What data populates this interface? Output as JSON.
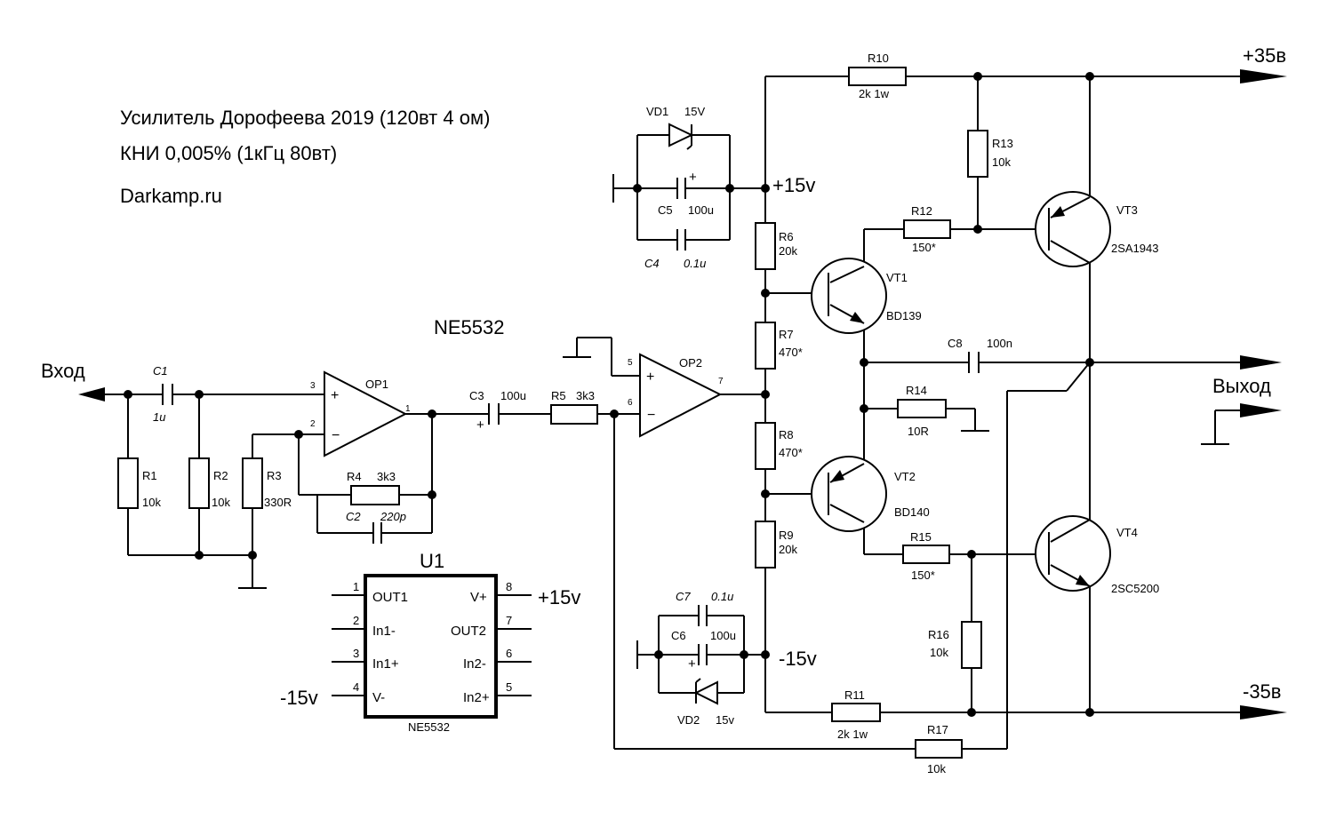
{
  "header": {
    "title": "Усилитель Дорофеева 2019 (120вт 4 ом)",
    "subtitle": "КНИ 0,005% (1кГц 80вт)",
    "site": "Darkamp.ru"
  },
  "ports": {
    "input": "Вход",
    "output": "Выход",
    "vpos35": "+35в",
    "vneg35": "-35в",
    "vpos15": "+15v",
    "vneg15": "-15v"
  },
  "opamp_name": "NE5532",
  "components": {
    "c1": {
      "ref": "C1",
      "value": "1u"
    },
    "r1": {
      "ref": "R1",
      "value": "10k"
    },
    "r2": {
      "ref": "R2",
      "value": "10k"
    },
    "r3": {
      "ref": "R3",
      "value": "330R"
    },
    "r4": {
      "ref": "R4",
      "value": "3k3"
    },
    "c2": {
      "ref": "C2",
      "value": "220p"
    },
    "op1": {
      "ref": "OP1",
      "pin_in_plus": "3",
      "pin_in_minus": "2",
      "pin_out": "1"
    },
    "c3": {
      "ref": "C3",
      "value": "100u"
    },
    "r5": {
      "ref": "R5",
      "value": "3k3"
    },
    "op2": {
      "ref": "OP2",
      "pin_in_plus": "5",
      "pin_in_minus": "6",
      "pin_out": "7"
    },
    "vd1": {
      "ref": "VD1",
      "value": "15V"
    },
    "c5": {
      "ref": "C5",
      "value": "100u"
    },
    "c4": {
      "ref": "C4",
      "value": "0.1u"
    },
    "r6": {
      "ref": "R6",
      "value": "20k"
    },
    "r7": {
      "ref": "R7",
      "value": "470*"
    },
    "r8": {
      "ref": "R8",
      "value": "470*"
    },
    "r9": {
      "ref": "R9",
      "value": "20k"
    },
    "r10": {
      "ref": "R10",
      "value": "2k 1w"
    },
    "r11": {
      "ref": "R11",
      "value": "2k 1w"
    },
    "r12": {
      "ref": "R12",
      "value": "150*"
    },
    "r13": {
      "ref": "R13",
      "value": "10k"
    },
    "r14": {
      "ref": "R14",
      "value": "10R"
    },
    "r15": {
      "ref": "R15",
      "value": "150*"
    },
    "r16": {
      "ref": "R16",
      "value": "10k"
    },
    "r17": {
      "ref": "R17",
      "value": "10k"
    },
    "c6": {
      "ref": "C6",
      "value": "100u"
    },
    "c7": {
      "ref": "C7",
      "value": "0.1u"
    },
    "vd2": {
      "ref": "VD2",
      "value": "15v"
    },
    "c8": {
      "ref": "C8",
      "value": "100n"
    },
    "vt1": {
      "ref": "VT1",
      "value": "BD139"
    },
    "vt2": {
      "ref": "VT2",
      "value": "BD140"
    },
    "vt3": {
      "ref": "VT3",
      "value": "2SA1943"
    },
    "vt4": {
      "ref": "VT4",
      "value": "2SC5200"
    }
  },
  "u1": {
    "ref": "U1",
    "part": "NE5532",
    "pins_left": [
      {
        "num": "1",
        "name": "OUT1"
      },
      {
        "num": "2",
        "name": "In1-"
      },
      {
        "num": "3",
        "name": "In1+"
      },
      {
        "num": "4",
        "name": "V-"
      }
    ],
    "pins_right": [
      {
        "num": "8",
        "name": "V+"
      },
      {
        "num": "7",
        "name": "OUT2"
      },
      {
        "num": "6",
        "name": "In2-"
      },
      {
        "num": "5",
        "name": "In2+"
      }
    ],
    "supply_pos": "+15v",
    "supply_neg": "-15v"
  }
}
